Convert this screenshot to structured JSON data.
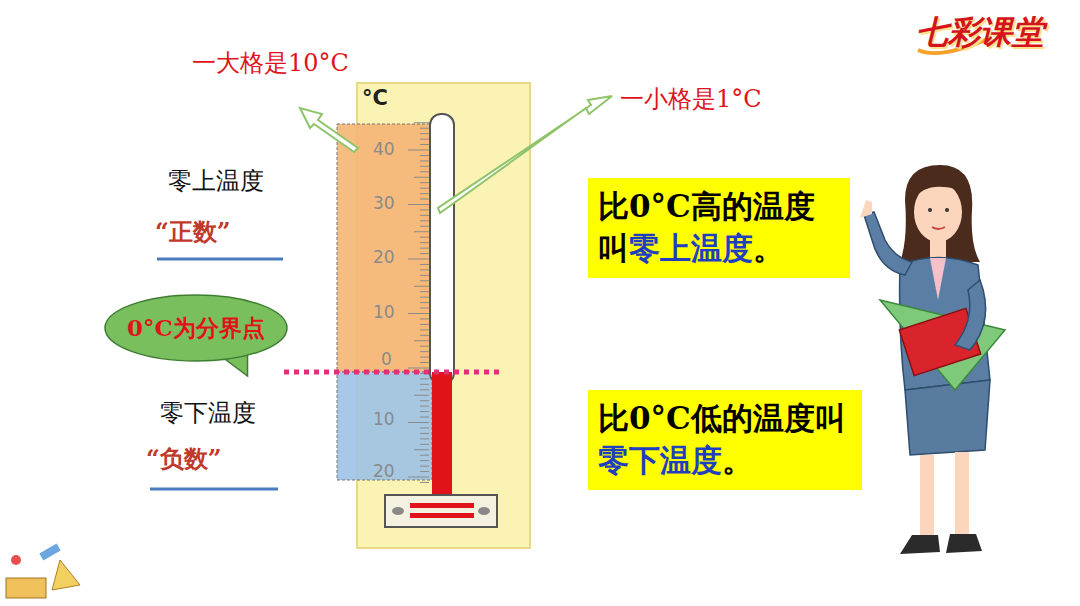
{
  "diagram": {
    "nodes": [
      {
        "text": [
          "0°C为分界点"
        ]
      },
      {
        "text": [
          "比0°C高的温度叫",
          "零上温度",
          "。"
        ]
      },
      {
        "text": [
          "比0°C低的温度叫",
          "零下温度",
          "。"
        ]
      }
    ],
    "labels": [
      "七彩课堂",
      "一大格是10°C",
      "一小格是1°C",
      "°C",
      "40",
      "30",
      "20",
      "10",
      "0",
      "10",
      "20",
      "零上温度",
      "“正数”",
      "零下温度",
      "“负数”"
    ]
  }
}
